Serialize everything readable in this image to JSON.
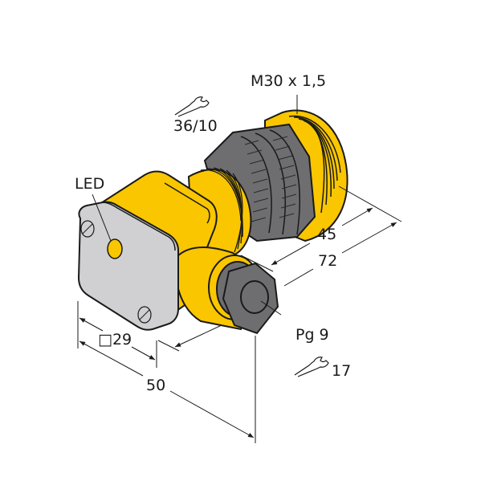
{
  "drawing": {
    "title": "Inductive sensor dimensional drawing",
    "colors": {
      "housing_yellow": "#F9C600",
      "nut_gray": "#6E6E70",
      "face_gray": "#D0D0D2",
      "outline": "#1a1a1a",
      "dim_line": "#333333"
    },
    "labels": {
      "thread": "M30 x 1,5",
      "wrench_nut": "36/10",
      "led": "LED",
      "dim_45": "45",
      "dim_72": "72",
      "dim_square": "29",
      "square_symbol": "□",
      "dim_50": "50",
      "cable_gland": "Pg 9",
      "wrench_gland": "17"
    },
    "icons": {
      "wrench_nut": "wrench-icon",
      "wrench_gland": "wrench-icon"
    }
  }
}
